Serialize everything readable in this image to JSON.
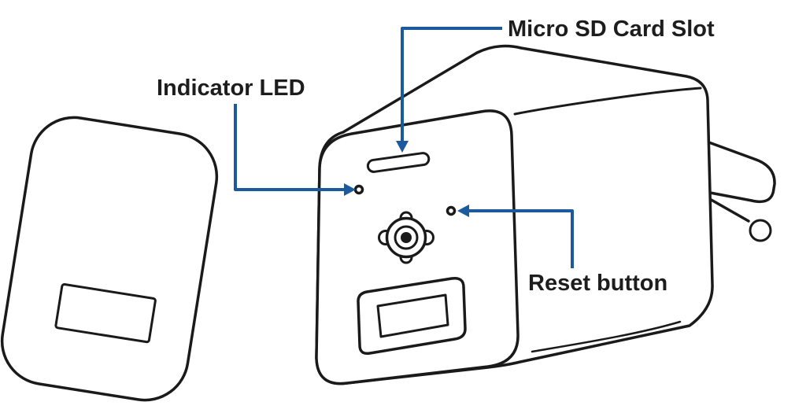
{
  "labels": {
    "sd_slot": "Micro SD Card Slot",
    "indicator_led": "Indicator LED",
    "reset_button": "Reset button"
  },
  "colors": {
    "outline": "#1a1a1a",
    "callout": "#1c5a9e",
    "text": "#1d1d1d",
    "background": "#ffffff"
  },
  "parts": [
    {
      "name": "cover-plate"
    },
    {
      "name": "micro-sd-card-slot"
    },
    {
      "name": "indicator-led"
    },
    {
      "name": "camera-lens"
    },
    {
      "name": "reset-button"
    },
    {
      "name": "usb-port"
    },
    {
      "name": "power-prongs"
    }
  ]
}
